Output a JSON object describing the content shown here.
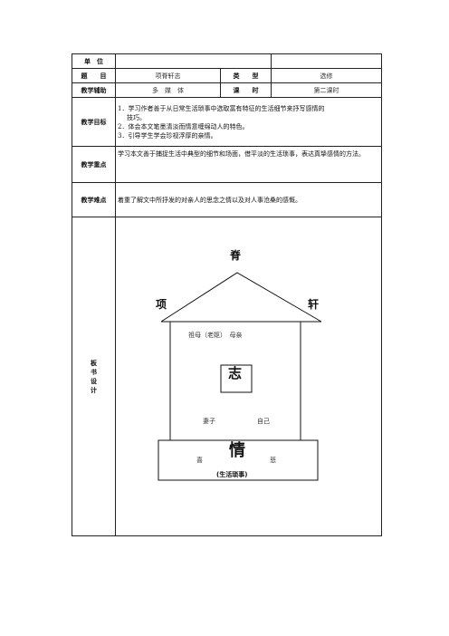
{
  "header": {
    "unit_label": "单　位",
    "unit_value": "",
    "topic_label": "题　　目",
    "topic_value": "项脊轩志",
    "type_label": "类　　型",
    "type_value": "选修",
    "aid_label": "教学辅助",
    "aid_value": "多　媒　体",
    "period_label": "课　　时",
    "period_value": "第二课时"
  },
  "goals": {
    "label": "教学目标",
    "items": [
      "1．学习作者善于从日常生活琐事中选取富有特征的生活细节来抒写感情的",
      "技巧。",
      "2．体会本文笔墨清淡而情意缠绵动人的特色。",
      "3．引导学生学会珍视浮厚的亲情。"
    ]
  },
  "key": {
    "label": "教学重点",
    "text": "学习本文善于捕捉生活中典型的细节和场面，借平淡的生活琐事，表达真挚感情的方法。"
  },
  "difficulty": {
    "label": "教学难点",
    "text": "着重了解文中所抒发的对亲人的思念之情以及对人事沧桑的感慨。"
  },
  "board": {
    "label_chars": [
      "板",
      "书",
      "设",
      "计"
    ],
    "roof_top": "脊",
    "roof_left": "项",
    "roof_right": "轩",
    "row1": "祖母（老妪）　母亲",
    "center": "志",
    "row2_left": "妻子",
    "row2_right": "自己",
    "base_left": "喜",
    "base_center": "情",
    "base_right": "悲",
    "base_note": "(生活琐事)"
  }
}
